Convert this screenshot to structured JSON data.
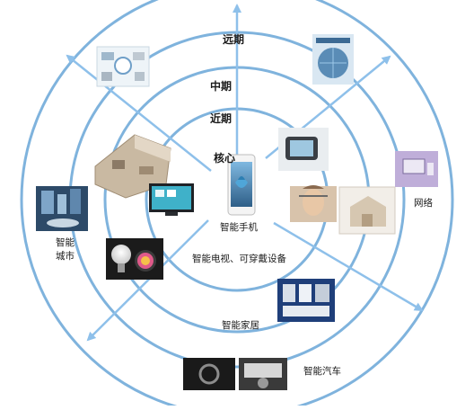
{
  "rings": {
    "far": "远期",
    "mid": "中期",
    "near": "近期",
    "core": "核心"
  },
  "categories": {
    "smartphone": "智能手机",
    "tv_wearable": "智能电视、可穿戴设备",
    "home": "智能家居",
    "car": "智能汽车",
    "network": "网络",
    "city_line1": "智能",
    "city_line2": "城市"
  },
  "colors": {
    "ring_stroke": "#7fb3dd",
    "ring_fill": "#ffffff",
    "arrow": "#8ec0ea",
    "text": "#1a1a1a"
  },
  "images": [
    "smartphone-photo",
    "smart-tv-photo",
    "smartwatch-photo",
    "smart-glasses-photo",
    "smart-home-3d-photo",
    "smart-bulb-photo",
    "home-control-panels-photo",
    "smart-city-photo",
    "car-interior-photo",
    "network-devices-photo",
    "globe-network-photo",
    "ecosystem-infographic-photo",
    "smart-home-diagram-photo"
  ]
}
